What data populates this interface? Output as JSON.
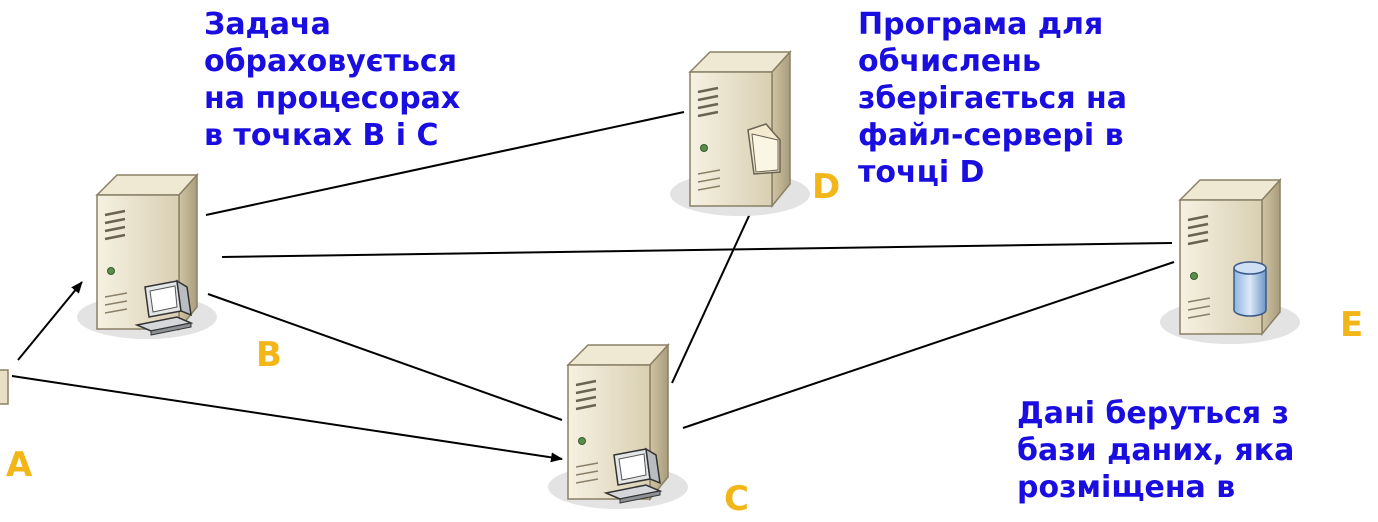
{
  "captions": {
    "task": "Задача\nобраховується\nна процесорах\nв точках B і C",
    "program": "Програма для\nобчислень\nзберігається на\nфайл-сервері в\nточці  D",
    "data": "Дані беруться з\nбази даних, яка\nрозміщена в"
  },
  "nodes": {
    "a": "A",
    "b": "B",
    "c": "C",
    "d": "D",
    "e": "E"
  },
  "colors": {
    "caption": "#1a0de0",
    "node_label": "#f2b619",
    "link": "#000000",
    "server_body": "#e8dfc6"
  }
}
